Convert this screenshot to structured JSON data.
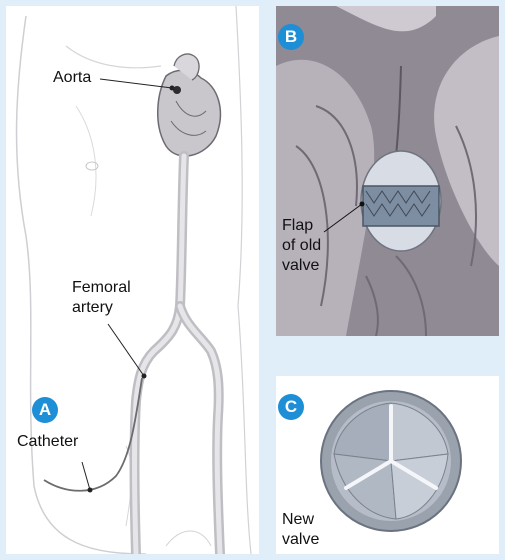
{
  "panels": {
    "a": {
      "badge": "A",
      "labels": {
        "aorta": "Aorta",
        "femoral_artery": "Femoral\nartery",
        "catheter": "Catheter"
      }
    },
    "b": {
      "badge": "B",
      "labels": {
        "flap": "Flap\nof old\nvalve"
      }
    },
    "c": {
      "badge": "C",
      "labels": {
        "new_valve": "New\nvalve"
      }
    }
  },
  "colors": {
    "badge": "#1e8fd6",
    "background": "#dfeef8",
    "line_art": "#9a9aa0",
    "tissue": "#b9b3bb"
  },
  "icons": [
    "heart-illustration",
    "artery-illustration",
    "catheter-line",
    "stent-valve-illustration",
    "valve-leaflets-illustration"
  ]
}
